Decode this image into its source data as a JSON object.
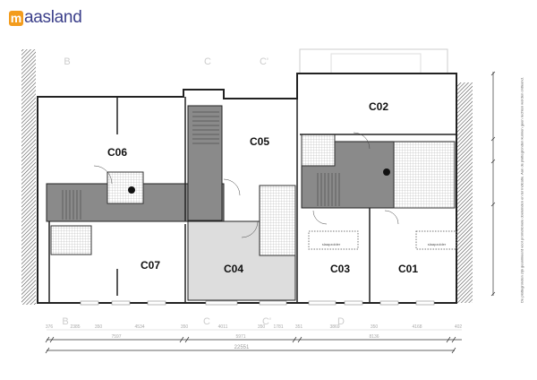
{
  "brand": {
    "logo_mark": "m",
    "logo_text": "aasland",
    "accent": "#f39c1d",
    "text_color": "#3b3f8a"
  },
  "rooms": [
    {
      "id": "C06",
      "label": "C06"
    },
    {
      "id": "C05",
      "label": "C05"
    },
    {
      "id": "C02",
      "label": "C02"
    },
    {
      "id": "C07",
      "label": "C07"
    },
    {
      "id": "C04",
      "label": "C04"
    },
    {
      "id": "C03",
      "label": "C03"
    },
    {
      "id": "C01",
      "label": "C01"
    }
  ],
  "room_notes": {
    "attic_left": "slaapzolder",
    "attic_right": "slaapzolder"
  },
  "grid_axes": {
    "top": [
      "B",
      "C",
      "C'"
    ],
    "bottom": [
      "B",
      "C",
      "C'",
      "D"
    ]
  },
  "dimensions": {
    "segments": [
      "376",
      "2385",
      "350",
      "4534",
      "350",
      "4011",
      "350",
      "1781",
      "351",
      "3869",
      "350",
      "4168",
      "402"
    ],
    "bays": [
      "7597",
      "5971",
      "8136"
    ],
    "total": "22551"
  },
  "disclaimer": "De plattegronden zijn geanimeerd voor promotionele doeleinden en ter indicatie. Aan de plattegronden kunnen geen rechten worden ontleend."
}
